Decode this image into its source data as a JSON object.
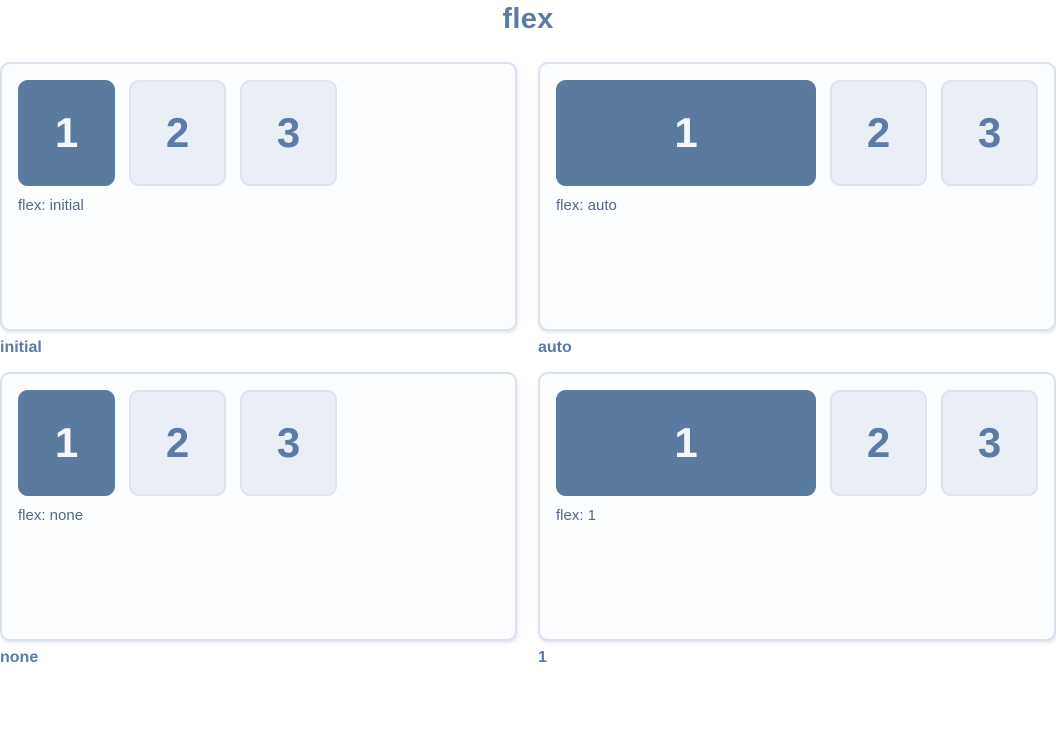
{
  "page": {
    "title": "flex"
  },
  "colors": {
    "accent": "#5b7aa4",
    "label": "#53688b",
    "box1-bg": "#5b7a9f",
    "box1-text": "#f4f7fb",
    "box2-bg": "#eaeef6",
    "box2-border": "#dde4f0",
    "box2-text": "#5d7ba5",
    "panel-bg": "#fcfdff",
    "panel-border": "#dbe2ee"
  },
  "panels": [
    {
      "flex_label": "flex: initial",
      "caption": "initial",
      "boxes": [
        "1",
        "2",
        "3"
      ]
    },
    {
      "flex_label": "flex: auto",
      "caption": "auto",
      "boxes": [
        "1",
        "2",
        "3"
      ]
    },
    {
      "flex_label": "flex: none",
      "caption": "none",
      "boxes": [
        "1",
        "2",
        "3"
      ]
    },
    {
      "flex_label": "flex: 1",
      "caption": "1",
      "boxes": [
        "1",
        "2",
        "3"
      ]
    }
  ]
}
